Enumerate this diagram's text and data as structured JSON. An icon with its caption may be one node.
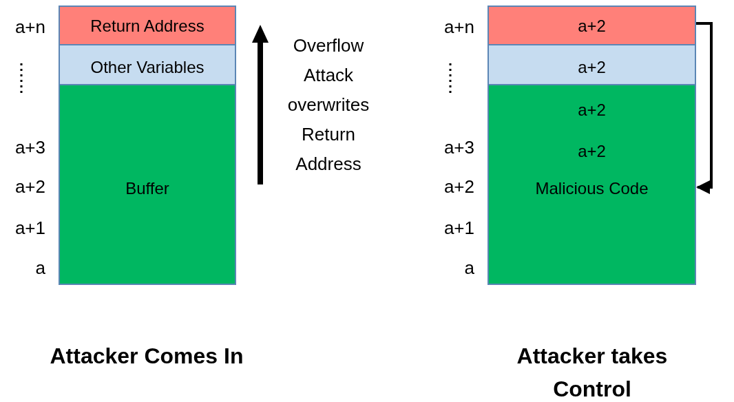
{
  "diagram": {
    "nodes": [
      {
        "text": [
          "Return Address"
        ]
      },
      {
        "text": [
          "Other Variables"
        ]
      },
      {
        "text": [
          "Buffer"
        ]
      },
      {
        "text": [
          "a+2"
        ]
      },
      {
        "text": [
          "a+2"
        ]
      },
      {
        "text": [
          "a+2",
          "a+2",
          "Malicious Code"
        ]
      }
    ],
    "edges": [
      {
        "from": 3,
        "to": 5,
        "arrow": "to"
      }
    ],
    "labels": [
      "a+n",
      "a+3",
      "a+2",
      "a+1",
      "a",
      "Overflow Attack overwrites Return Address",
      "a+n",
      "a+3",
      "a+2",
      "a+1",
      "a",
      "Attacker Comes In",
      "Attacker takes Control"
    ]
  }
}
